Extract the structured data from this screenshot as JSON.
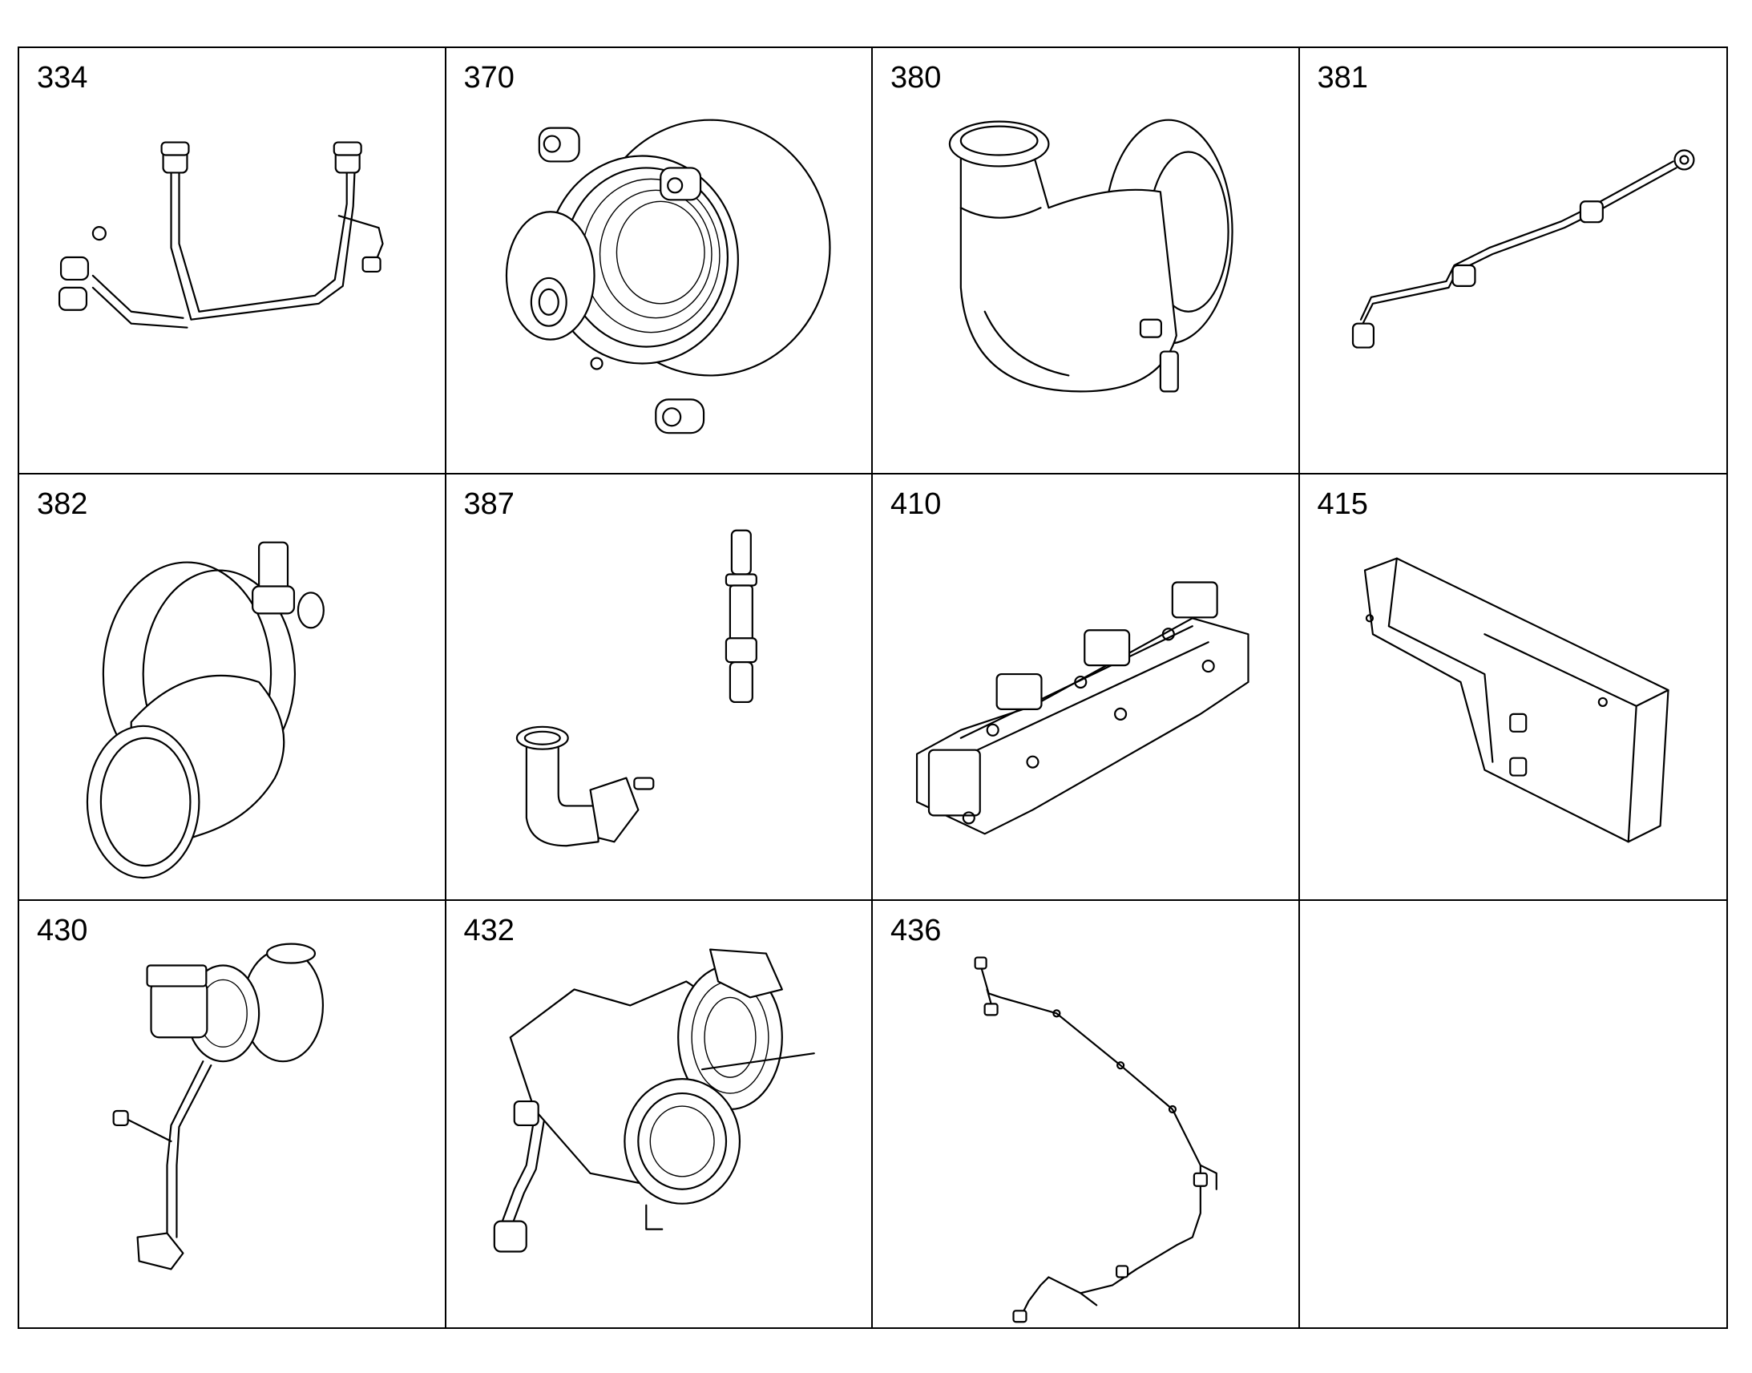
{
  "catalog": {
    "cells": [
      {
        "number": "334",
        "part_icon": "tube-assembly-icon"
      },
      {
        "number": "370",
        "part_icon": "water-pump-icon"
      },
      {
        "number": "380",
        "part_icon": "elbow-housing-icon"
      },
      {
        "number": "381",
        "part_icon": "fuel-line-icon"
      },
      {
        "number": "382",
        "part_icon": "adapter-housing-icon"
      },
      {
        "number": "387",
        "part_icon": "connector-fitting-icon"
      },
      {
        "number": "410",
        "part_icon": "exhaust-manifold-icon"
      },
      {
        "number": "415",
        "part_icon": "heat-shield-icon"
      },
      {
        "number": "430",
        "part_icon": "turbocharger-icon"
      },
      {
        "number": "432",
        "part_icon": "turbocharger-assembly-icon"
      },
      {
        "number": "436",
        "part_icon": "wiring-harness-icon"
      },
      {
        "number": "",
        "part_icon": ""
      }
    ]
  }
}
